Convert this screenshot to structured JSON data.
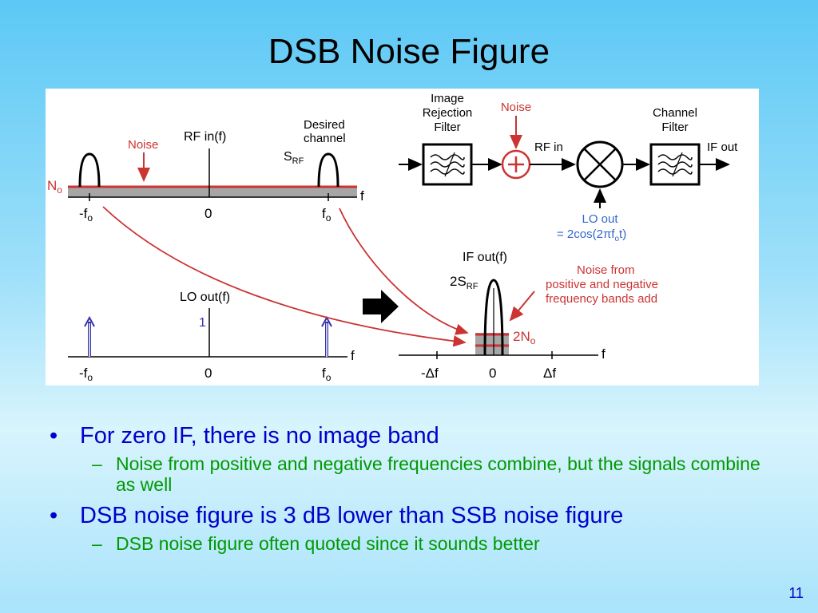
{
  "slide": {
    "title": "DSB Noise Figure",
    "page_number": "11"
  },
  "figure": {
    "rf_spectrum": {
      "noise_label": "Noise",
      "rf_in_label": "RF in(f)",
      "desired_label_line1": "Desired",
      "desired_label_line2": "channel",
      "srf_label": "S",
      "srf_sub": "RF",
      "no_label": "N",
      "no_sub": "o",
      "axis_f": "f",
      "tick_neg_fo": "-f",
      "tick_zero": "0",
      "tick_fo": "f",
      "tick_sub": "o"
    },
    "lo_spectrum": {
      "lo_label": "LO out(f)",
      "one_label": "1",
      "axis_f": "f",
      "tick_neg_fo": "-f",
      "tick_zero": "0",
      "tick_fo": "f",
      "tick_sub": "o"
    },
    "block_diagram": {
      "image_filter_line1": "Image",
      "image_filter_line2": "Rejection",
      "image_filter_line3": "Filter",
      "noise_label": "Noise",
      "rf_in_label": "RF in",
      "channel_filter_line1": "Channel",
      "channel_filter_line2": "Filter",
      "if_out_label": "IF out",
      "lo_out_line1": "LO out",
      "lo_out_line2_pre": "= 2cos(2πf",
      "lo_out_line2_sub": "o",
      "lo_out_line2_post": "t)"
    },
    "if_spectrum": {
      "if_out_label": "IF out(f)",
      "two_srf_label": "2S",
      "two_srf_sub": "RF",
      "note_line1": "Noise from",
      "note_line2": "positive and negative",
      "note_line3": "frequency bands add",
      "two_no_label": "2N",
      "two_no_sub": "o",
      "axis_f": "f",
      "tick_neg_df": "-Δf",
      "tick_zero": "0",
      "tick_df": "Δf"
    }
  },
  "bullets": [
    {
      "text": "For zero IF, there is no image band",
      "sub": [
        "Noise from positive and negative frequencies combine, but the signals combine as well"
      ]
    },
    {
      "text": "DSB noise figure is 3 dB lower than SSB noise figure",
      "sub": [
        "DSB noise figure often quoted since it sounds better"
      ]
    }
  ],
  "colors": {
    "noise_red": "#cc3333",
    "lo_blue": "#3333aa",
    "noise_floor_gray": "#a6a6a6",
    "bullet_blue": "#0000cc",
    "sub_bullet_green": "#009900"
  }
}
